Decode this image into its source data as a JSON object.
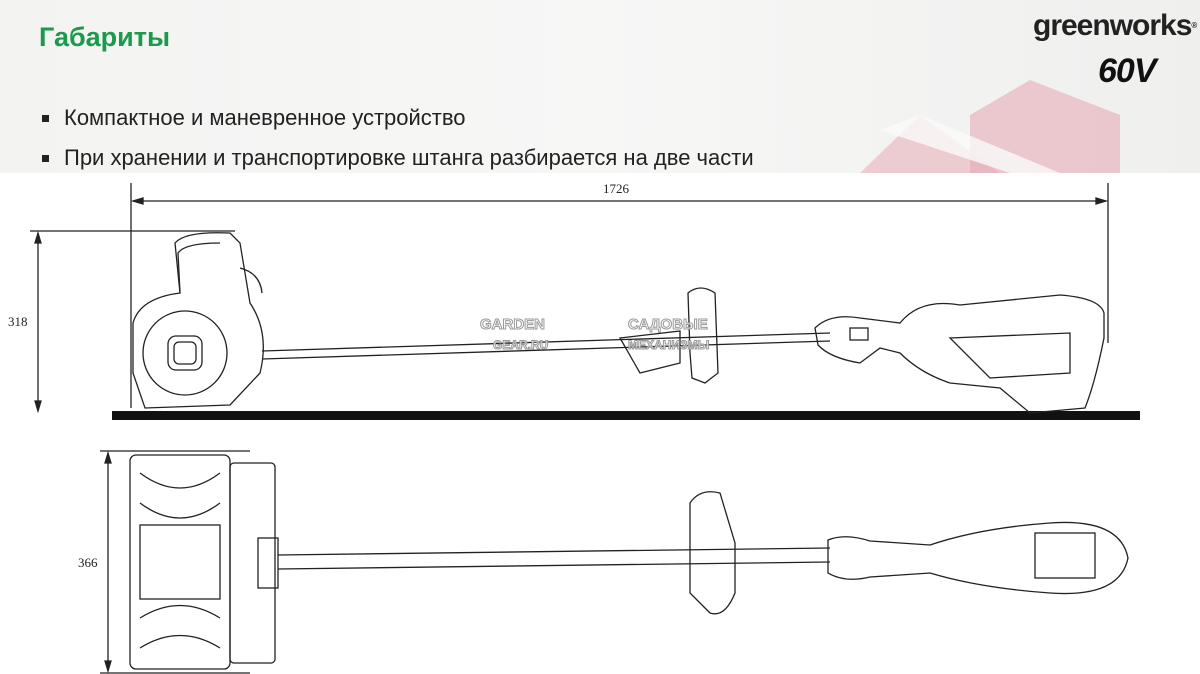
{
  "slide": {
    "title": "Габариты",
    "bullets": [
      "Компактное и маневренное устройство",
      "При хранении и транспортировке штанга разбирается на две части"
    ]
  },
  "logo": {
    "brand": "greenworks",
    "registered": "®",
    "voltage": "60V"
  },
  "dimensions": {
    "length": "1726",
    "height": "318",
    "width": "366"
  },
  "watermark": {
    "line1": "GARDEN",
    "line2": "GEAR.RU",
    "line3": "САДОВЫЕ",
    "line4": "МЕХАНИЗМЫ"
  },
  "colors": {
    "title": "#1a9a4a",
    "barn": "#d98a95"
  }
}
